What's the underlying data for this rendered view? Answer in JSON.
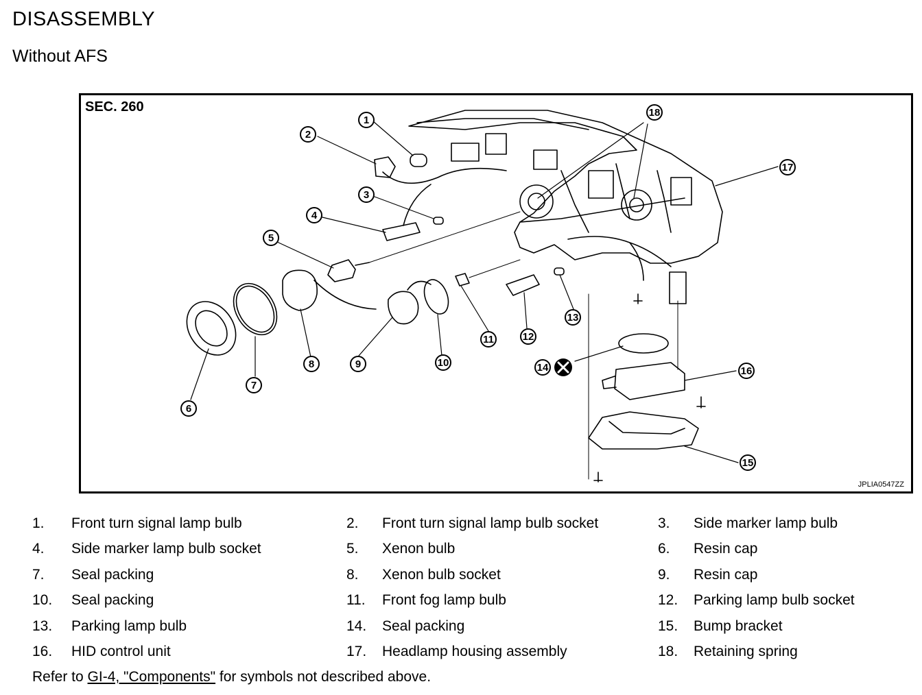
{
  "header": {
    "title": "DISASSEMBLY",
    "subtitle": "Without AFS"
  },
  "figure": {
    "section_label": "SEC. 260",
    "figure_code": "JPLIA0547ZZ",
    "callouts": [
      "1",
      "2",
      "3",
      "4",
      "5",
      "6",
      "7",
      "8",
      "9",
      "10",
      "11",
      "12",
      "13",
      "14",
      "15",
      "16",
      "17",
      "18"
    ]
  },
  "legend": {
    "items": [
      {
        "num": "1.",
        "label": "Front turn signal lamp bulb"
      },
      {
        "num": "2.",
        "label": "Front turn signal lamp bulb socket"
      },
      {
        "num": "3.",
        "label": "Side marker lamp bulb"
      },
      {
        "num": "4.",
        "label": "Side marker lamp bulb socket"
      },
      {
        "num": "5.",
        "label": "Xenon bulb"
      },
      {
        "num": "6.",
        "label": "Resin cap"
      },
      {
        "num": "7.",
        "label": "Seal packing"
      },
      {
        "num": "8.",
        "label": "Xenon bulb socket"
      },
      {
        "num": "9.",
        "label": "Resin cap"
      },
      {
        "num": "10.",
        "label": "Seal packing"
      },
      {
        "num": "11.",
        "label": "Front fog lamp bulb"
      },
      {
        "num": "12.",
        "label": "Parking lamp bulb socket"
      },
      {
        "num": "13.",
        "label": "Parking lamp bulb"
      },
      {
        "num": "14.",
        "label": "Seal packing"
      },
      {
        "num": "15.",
        "label": "Bump bracket"
      },
      {
        "num": "16.",
        "label": "HID control unit"
      },
      {
        "num": "17.",
        "label": "Headlamp housing assembly"
      },
      {
        "num": "18.",
        "label": "Retaining spring"
      }
    ]
  },
  "footer": {
    "prefix": "Refer to ",
    "link": "GI-4, \"Components\"",
    "suffix": " for symbols not described above."
  }
}
